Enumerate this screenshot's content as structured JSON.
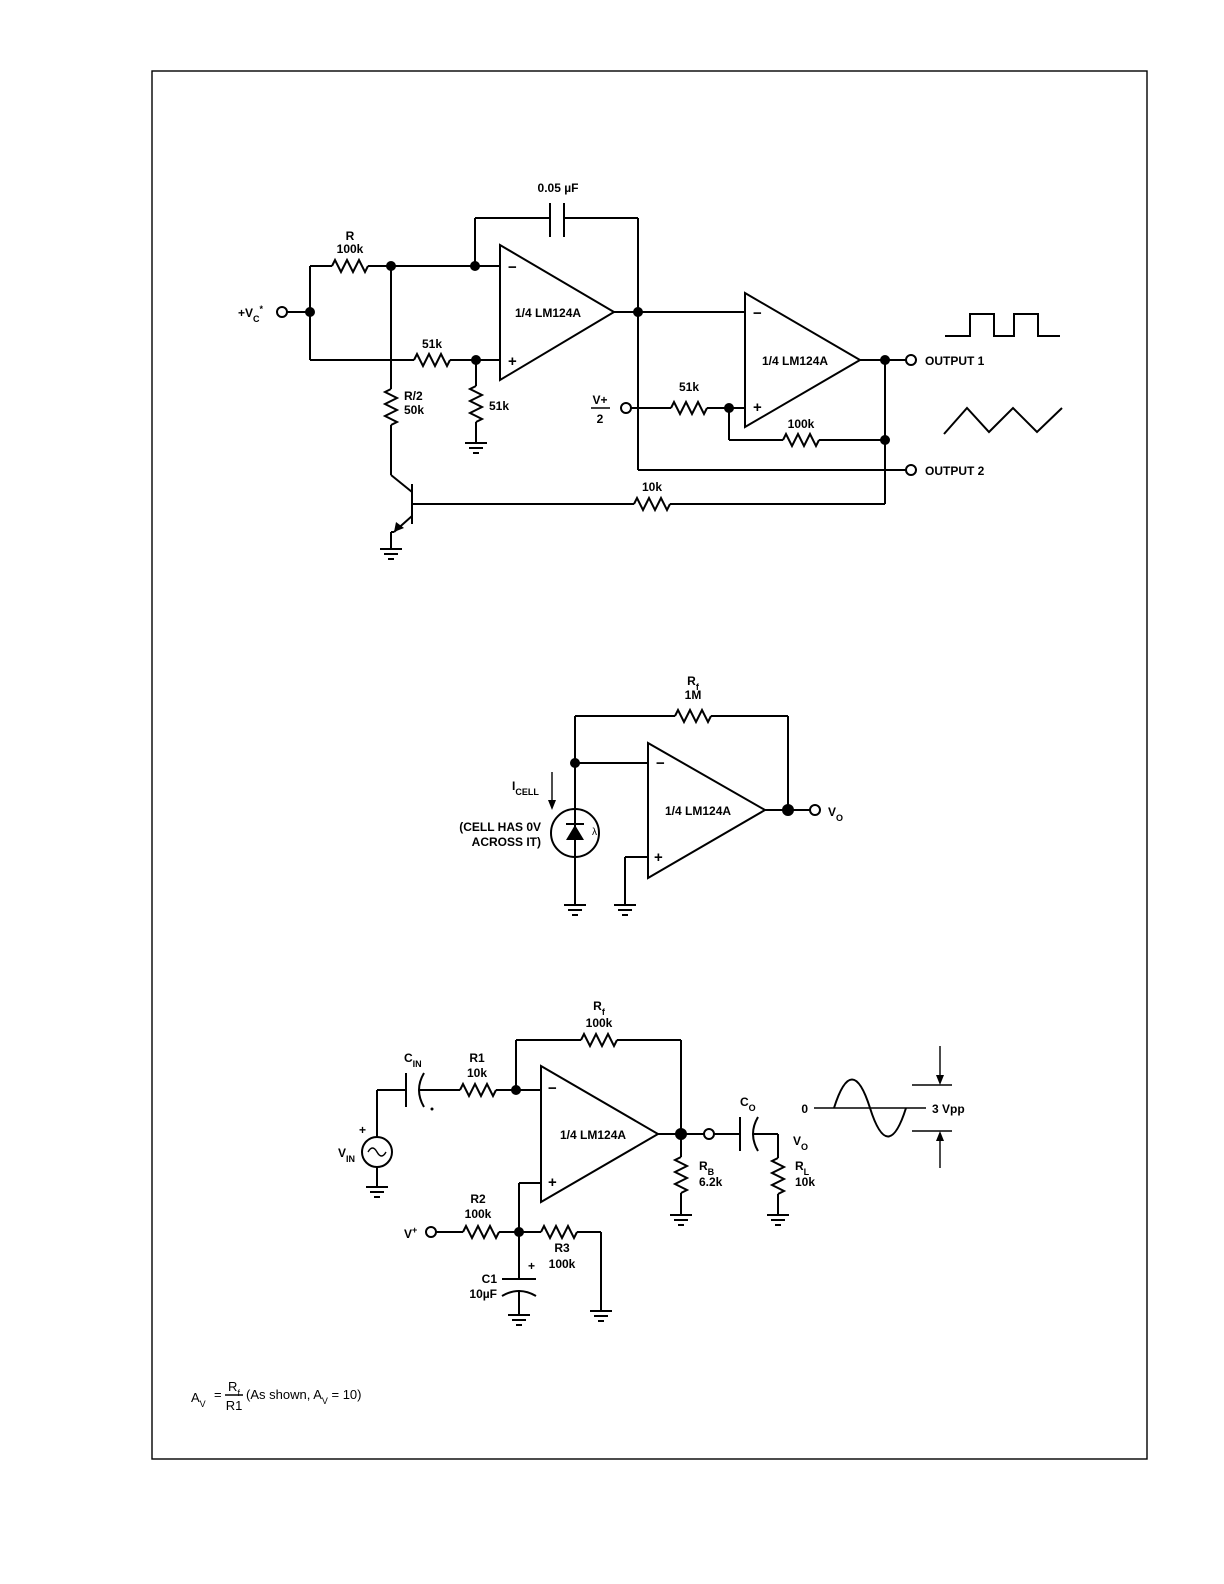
{
  "circuit1": {
    "r_name": "R",
    "r_value": "100k",
    "cap_value": "0.05 µF",
    "vc_prefix": "+V",
    "vc_sub": "C",
    "vc_suffix": "*",
    "r51k_a": "51k",
    "r51k_b": "51k",
    "r2_name": "R/2",
    "r2_value": "50k",
    "opamp1": "1/4 LM124A",
    "opamp2": "1/4 LM124A",
    "vplus_top": "V+",
    "vplus_bottom": "2",
    "r51k_c": "51k",
    "r100k": "100k",
    "r10k": "10k",
    "output1": "OUTPUT 1",
    "output2": "OUTPUT 2",
    "minus": "−",
    "plus": "+"
  },
  "circuit2": {
    "rf_name": "R",
    "rf_sub": "f",
    "rf_value": "1M",
    "icell_main": "I",
    "icell_sub": "CELL",
    "note_line1": "(CELL HAS 0V",
    "note_line2": "ACROSS IT)",
    "lambda": "λ",
    "opamp": "1/4 LM124A",
    "vo_main": "V",
    "vo_sub": "O",
    "minus": "−",
    "plus": "+"
  },
  "circuit3": {
    "rf_name": "R",
    "rf_sub": "f",
    "rf_value": "100k",
    "cin_main": "C",
    "cin_sub": "IN",
    "r1_name": "R1",
    "r1_value": "10k",
    "vin_main": "V",
    "vin_sub": "IN",
    "vin_plus": "+",
    "opamp": "1/4 LM124A",
    "co_main": "C",
    "co_sub": "O",
    "vo_main": "V",
    "vo_sub": "O",
    "rb_main": "R",
    "rb_sub": "B",
    "rb_value": "6.2k",
    "rl_main": "R",
    "rl_sub": "L",
    "rl_value": "10k",
    "r2_name": "R2",
    "r2_value": "100k",
    "vplus_main": "V",
    "vplus_sup": "+",
    "r3_name": "R3",
    "r3_value": "100k",
    "c1_name": "C1",
    "c1_value": "10µF",
    "c1_plus": "+",
    "zero": "0",
    "vpp": "3 Vpp",
    "minus": "−",
    "plus": "+"
  },
  "formula": {
    "av_main": "A",
    "av_sub": "V",
    "equals": "=",
    "num_main": "R",
    "num_sub": "f",
    "den": "R1",
    "note_prefix": "(As shown, A",
    "note_sub": "V",
    "note_suffix": " = 10)"
  }
}
